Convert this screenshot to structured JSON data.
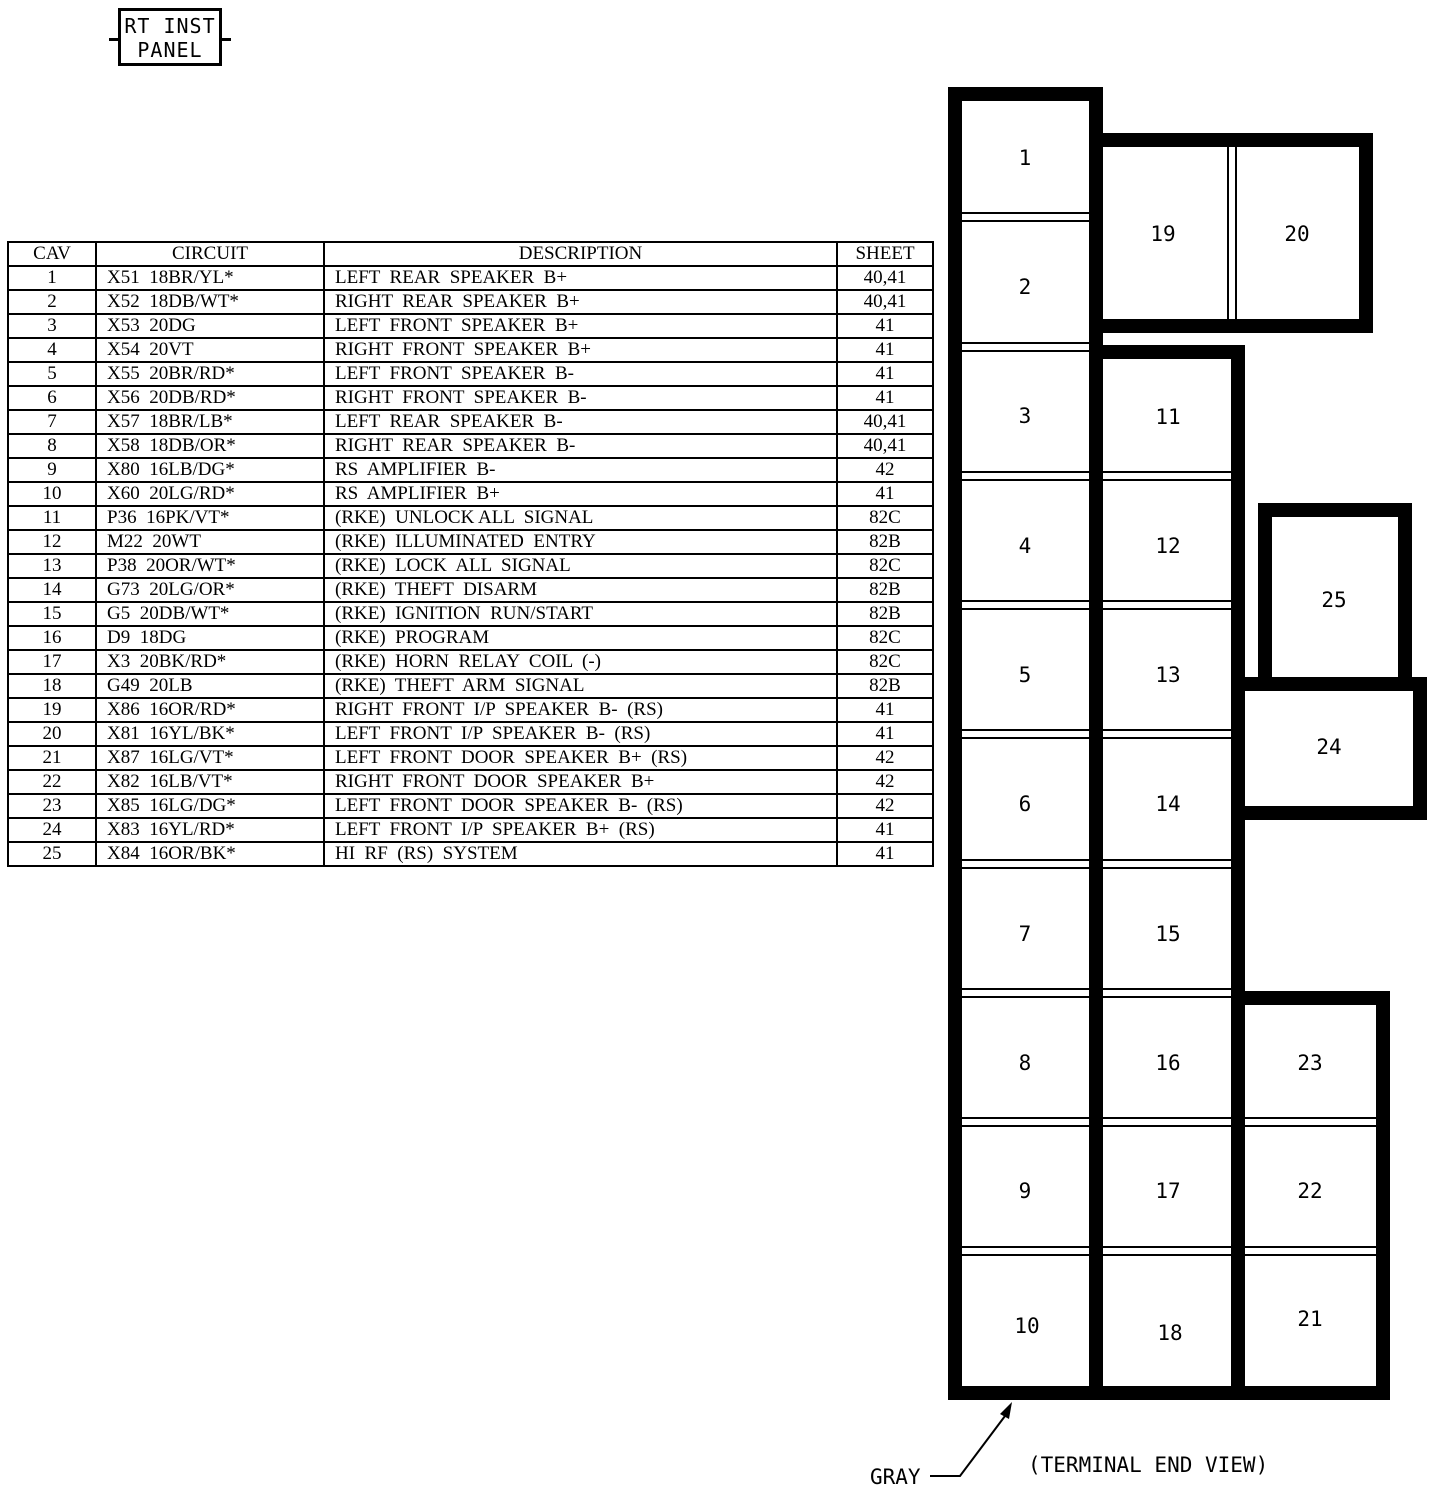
{
  "connector_label": {
    "line1": "RT INST",
    "line2": "PANEL"
  },
  "table": {
    "headers": {
      "cav": "CAV",
      "circuit": "CIRCUIT",
      "description": "DESCRIPTION",
      "sheet": "SHEET"
    },
    "rows": [
      {
        "cav": "1",
        "circuit": "X51  18BR/YL*",
        "description": "LEFT  REAR  SPEAKER  B+",
        "sheet": "40,41"
      },
      {
        "cav": "2",
        "circuit": "X52  18DB/WT*",
        "description": "RIGHT  REAR  SPEAKER  B+",
        "sheet": "40,41"
      },
      {
        "cav": "3",
        "circuit": "X53  20DG",
        "description": "LEFT  FRONT  SPEAKER  B+",
        "sheet": "41"
      },
      {
        "cav": "4",
        "circuit": "X54  20VT",
        "description": "RIGHT  FRONT  SPEAKER  B+",
        "sheet": "41"
      },
      {
        "cav": "5",
        "circuit": "X55  20BR/RD*",
        "description": "LEFT  FRONT  SPEAKER  B-",
        "sheet": "41"
      },
      {
        "cav": "6",
        "circuit": "X56  20DB/RD*",
        "description": "RIGHT  FRONT  SPEAKER  B-",
        "sheet": "41"
      },
      {
        "cav": "7",
        "circuit": "X57  18BR/LB*",
        "description": "LEFT  REAR  SPEAKER  B-",
        "sheet": "40,41"
      },
      {
        "cav": "8",
        "circuit": "X58  18DB/OR*",
        "description": "RIGHT  REAR  SPEAKER  B-",
        "sheet": "40,41"
      },
      {
        "cav": "9",
        "circuit": "X80  16LB/DG*",
        "description": "RS  AMPLIFIER  B-",
        "sheet": "42"
      },
      {
        "cav": "10",
        "circuit": "X60  20LG/RD*",
        "description": "RS  AMPLIFIER  B+",
        "sheet": "41"
      },
      {
        "cav": "11",
        "circuit": "P36  16PK/VT*",
        "description": "(RKE)  UNLOCK ALL  SIGNAL",
        "sheet": "82C"
      },
      {
        "cav": "12",
        "circuit": "M22  20WT",
        "description": "(RKE)  ILLUMINATED  ENTRY",
        "sheet": "82B"
      },
      {
        "cav": "13",
        "circuit": "P38  20OR/WT*",
        "description": "(RKE)  LOCK  ALL  SIGNAL",
        "sheet": "82C"
      },
      {
        "cav": "14",
        "circuit": "G73  20LG/OR*",
        "description": "(RKE)  THEFT  DISARM",
        "sheet": "82B"
      },
      {
        "cav": "15",
        "circuit": "G5  20DB/WT*",
        "description": "(RKE)  IGNITION  RUN/START",
        "sheet": "82B"
      },
      {
        "cav": "16",
        "circuit": "D9  18DG",
        "description": "(RKE)  PROGRAM",
        "sheet": "82C"
      },
      {
        "cav": "17",
        "circuit": "X3  20BK/RD*",
        "description": "(RKE)  HORN  RELAY  COIL  (-)",
        "sheet": "82C"
      },
      {
        "cav": "18",
        "circuit": "G49  20LB",
        "description": "(RKE)  THEFT  ARM  SIGNAL",
        "sheet": "82B"
      },
      {
        "cav": "19",
        "circuit": "X86  16OR/RD*",
        "description": "RIGHT  FRONT  I/P  SPEAKER  B-  (RS)",
        "sheet": "41"
      },
      {
        "cav": "20",
        "circuit": "X81  16YL/BK*",
        "description": "LEFT  FRONT  I/P  SPEAKER  B-  (RS)",
        "sheet": "41"
      },
      {
        "cav": "21",
        "circuit": "X87  16LG/VT*",
        "description": "LEFT  FRONT  DOOR  SPEAKER  B+  (RS)",
        "sheet": "42"
      },
      {
        "cav": "22",
        "circuit": "X82  16LB/VT*",
        "description": "RIGHT  FRONT  DOOR  SPEAKER  B+",
        "sheet": "42"
      },
      {
        "cav": "23",
        "circuit": "X85  16LG/DG*",
        "description": "LEFT  FRONT  DOOR  SPEAKER  B-  (RS)",
        "sheet": "42"
      },
      {
        "cav": "24",
        "circuit": "X83  16YL/RD*",
        "description": "LEFT  FRONT  I/P  SPEAKER  B+  (RS)",
        "sheet": "41"
      },
      {
        "cav": "25",
        "circuit": "X84  16OR/BK*",
        "description": "HI  RF  (RS)  SYSTEM",
        "sheet": "41"
      }
    ]
  },
  "connector": {
    "cavity_labels": [
      "1",
      "2",
      "3",
      "4",
      "5",
      "6",
      "7",
      "8",
      "9",
      "10",
      "11",
      "12",
      "13",
      "14",
      "15",
      "16",
      "17",
      "18",
      "19",
      "20",
      "21",
      "22",
      "23",
      "24",
      "25"
    ],
    "color_label": "GRAY",
    "view_label": "(TERMINAL END VIEW)"
  }
}
